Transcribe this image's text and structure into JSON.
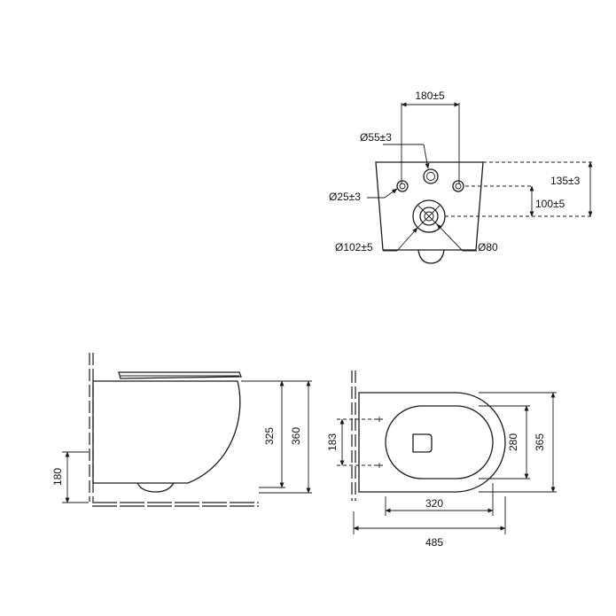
{
  "rear_view": {
    "dims": {
      "inlet_spacing": "180±5",
      "flush_pipe_diameter": "Ø55±3",
      "bolt_hole_diameter": "Ø25±3",
      "outlet_outer_diameter": "Ø102±5",
      "outlet_inner_diameter": "Ø80",
      "flush_pipe_height": "135±3",
      "outlet_height": "100±5"
    }
  },
  "side_view": {
    "dims": {
      "mount_height": "180",
      "bowl_height": "325",
      "overall_height": "360"
    }
  },
  "top_view": {
    "dims": {
      "bolt_spacing": "183",
      "bowl_depth": "320",
      "overall_length": "485",
      "seat_width": "280",
      "overall_width": "365"
    }
  },
  "colors": {
    "line": "#1a1a1a",
    "background": "#ffffff"
  }
}
